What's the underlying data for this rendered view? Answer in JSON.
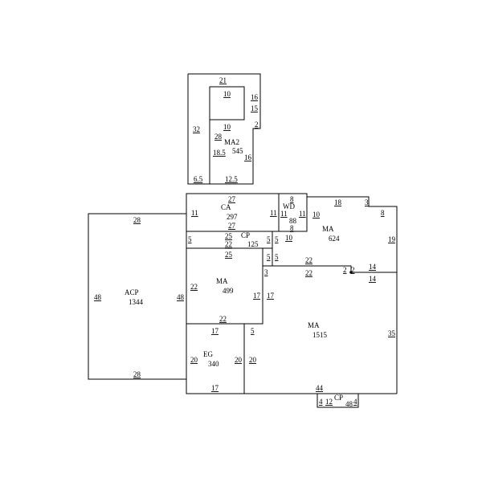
{
  "areas": {
    "ma2": {
      "code": "MA2",
      "sqft": "545"
    },
    "ca": {
      "code": "CA",
      "sqft": "297"
    },
    "wd": {
      "code": "WD",
      "sqft": "88"
    },
    "ma624": {
      "code": "MA",
      "sqft": "624"
    },
    "cp125": {
      "code": "CP",
      "sqft": "125"
    },
    "ma499": {
      "code": "MA",
      "sqft": "499"
    },
    "acp": {
      "code": "ACP",
      "sqft": "1344"
    },
    "ma1515": {
      "code": "MA",
      "sqft": "1515"
    },
    "eg": {
      "code": "EG",
      "sqft": "340"
    },
    "cp48": {
      "code": "CP",
      "sqft": "48"
    }
  },
  "dims": {
    "ma2": [
      "21",
      "10",
      "16",
      "15",
      "2",
      "32",
      "10",
      "28",
      "18.5",
      "16",
      "6.5",
      "12.5"
    ],
    "ca": [
      "27",
      "11",
      "11",
      "27"
    ],
    "wd": [
      "8",
      "11",
      "11",
      "8"
    ],
    "ma624": [
      "18",
      "3",
      "8",
      "10",
      "10",
      "19",
      "22",
      "2",
      "2",
      "14",
      "14"
    ],
    "cp125": [
      "5",
      "25",
      "22",
      "5",
      "5"
    ],
    "ma499": [
      "25",
      "5",
      "5",
      "22",
      "17",
      "22"
    ],
    "acp": [
      "28",
      "48",
      "48",
      "28"
    ],
    "ma1515": [
      "3",
      "22",
      "17",
      "5",
      "35",
      "44"
    ],
    "eg": [
      "17",
      "20",
      "20",
      "17"
    ],
    "cp48": [
      "4",
      "12",
      "4"
    ]
  }
}
